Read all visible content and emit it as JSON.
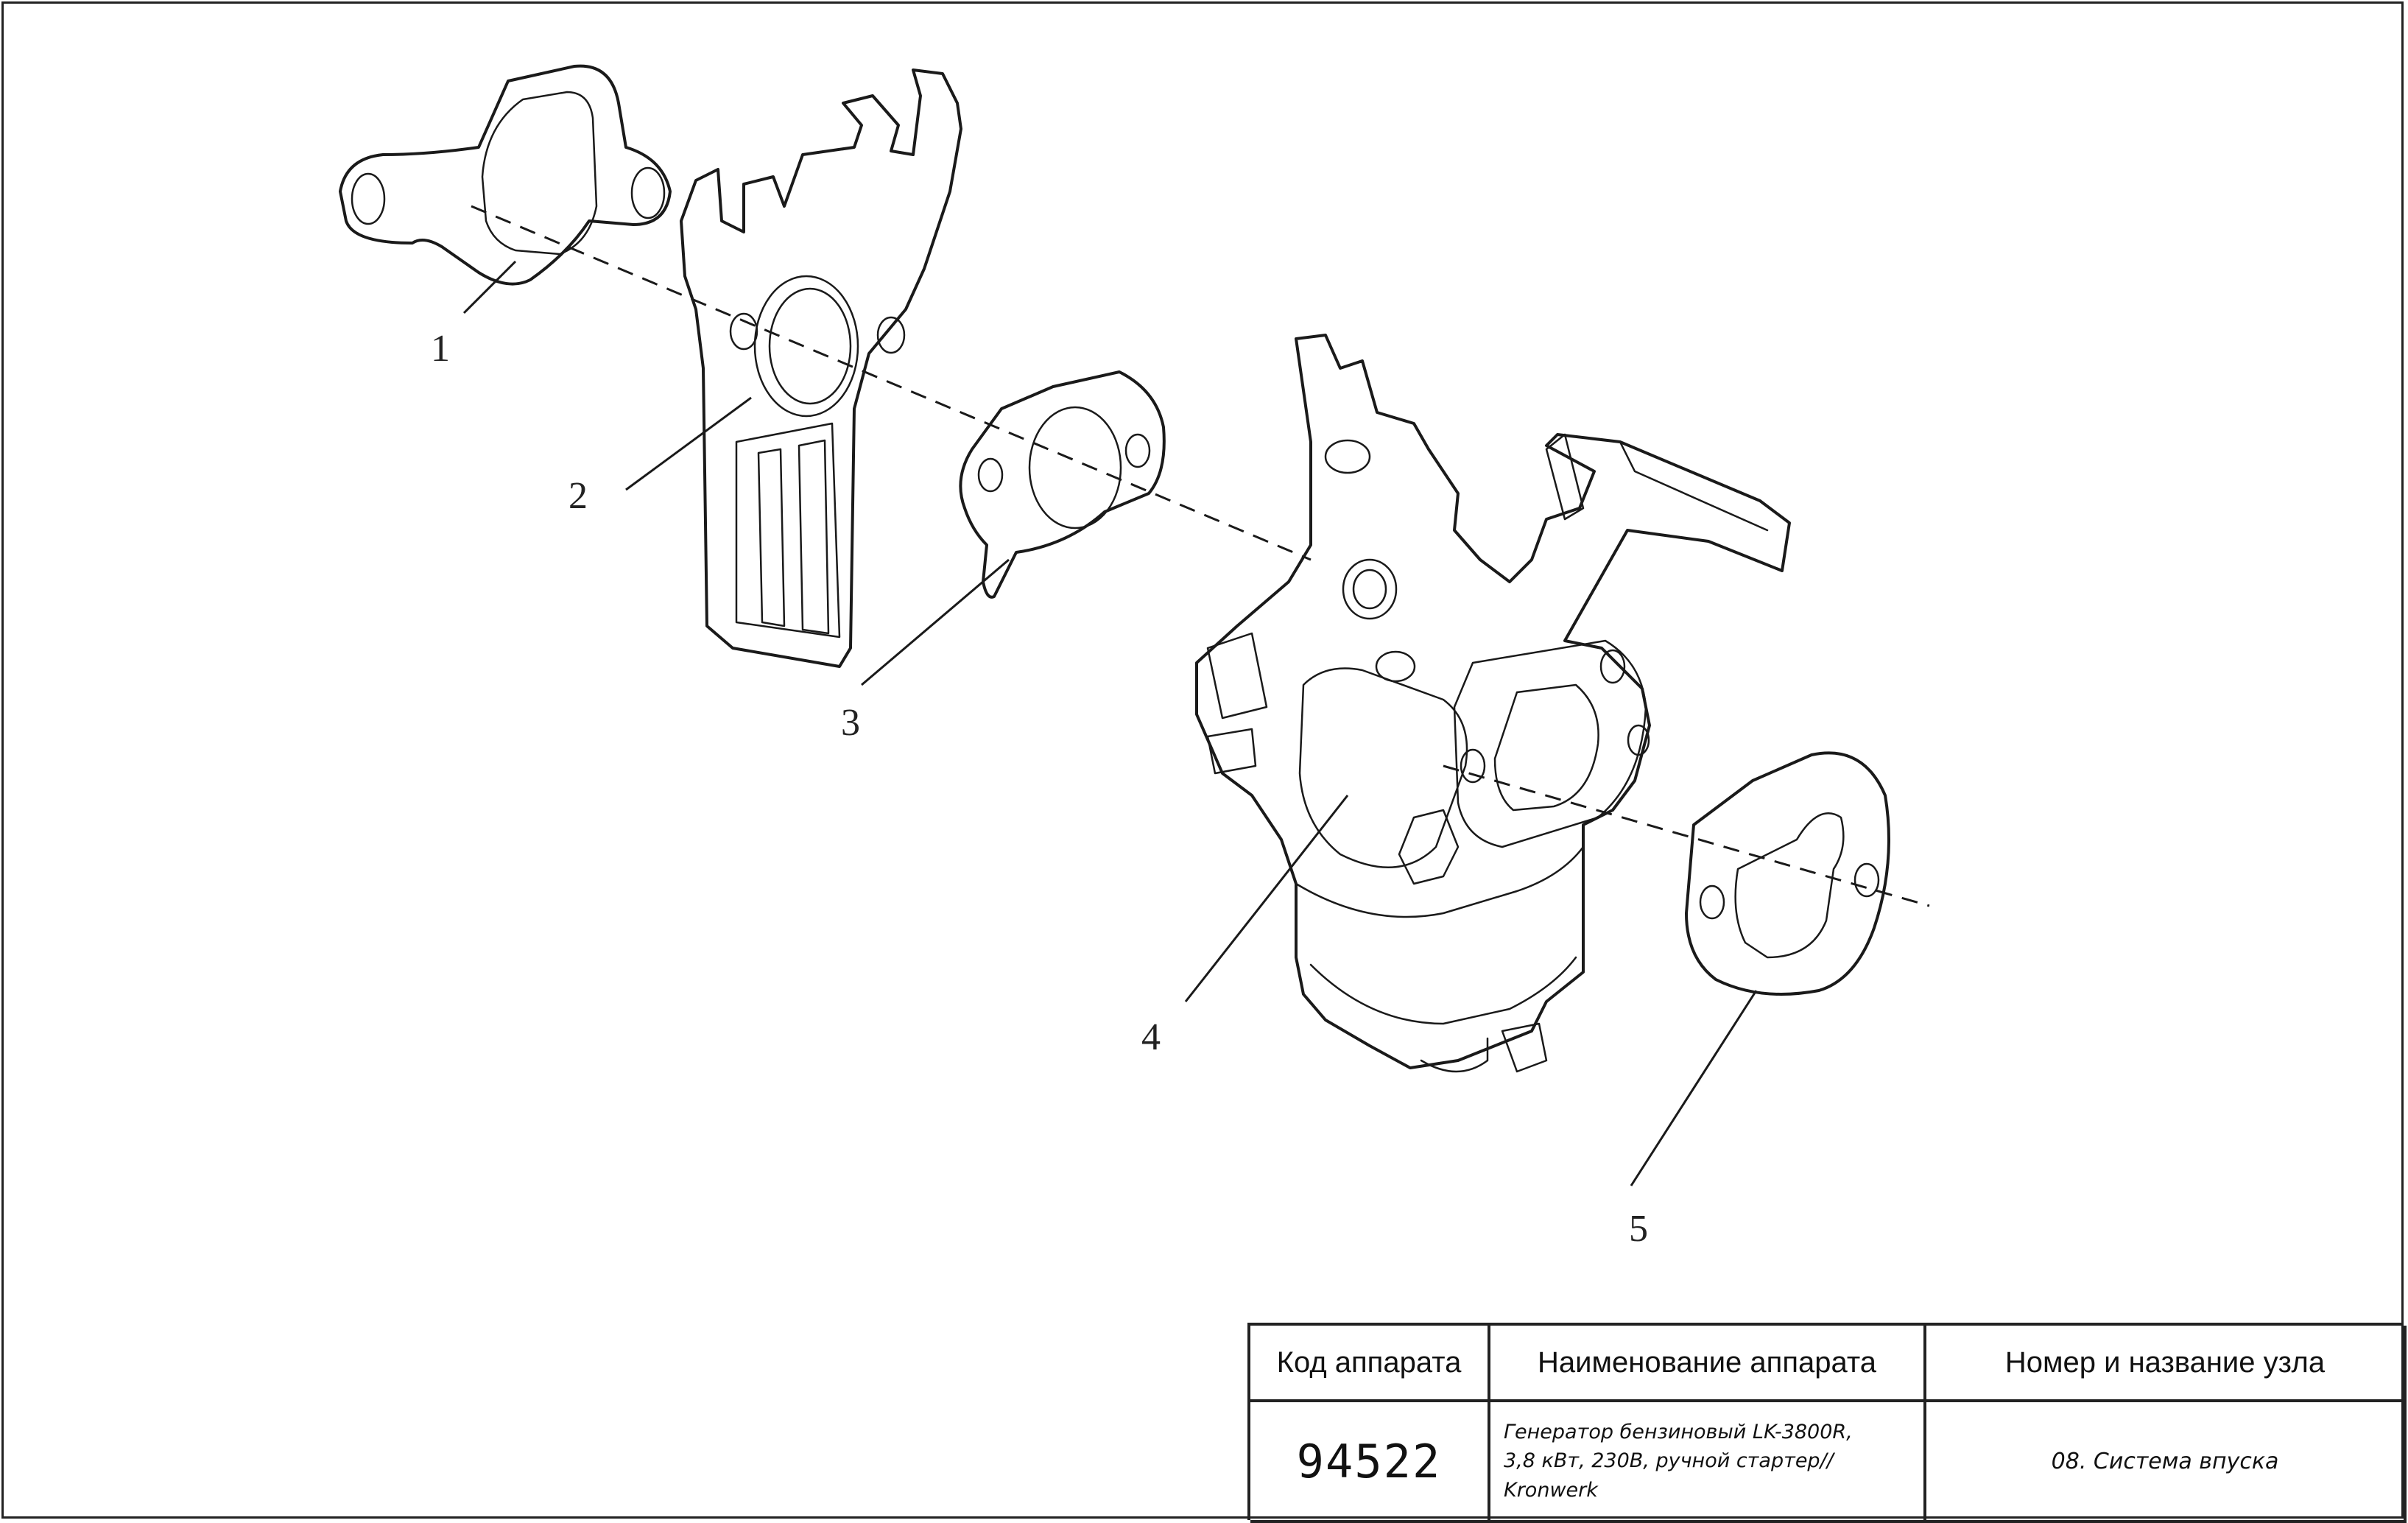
{
  "callouts": [
    "1",
    "2",
    "3",
    "4",
    "5"
  ],
  "parts": {
    "p1": "gasket-1",
    "p2": "bracket-2",
    "p3": "gasket-3",
    "p4": "carburetor-4",
    "p5": "gasket-5"
  },
  "title_block": {
    "col_code": "Код аппарата",
    "col_name": "Наименование аппарата",
    "col_node": "Номер и название узла",
    "code": "94522",
    "name": "Генератор бензиновый LK-3800R,\n3,8 кВт, 230В, ручной стартер//\nKronwerk",
    "node": "08. Система впуска"
  }
}
